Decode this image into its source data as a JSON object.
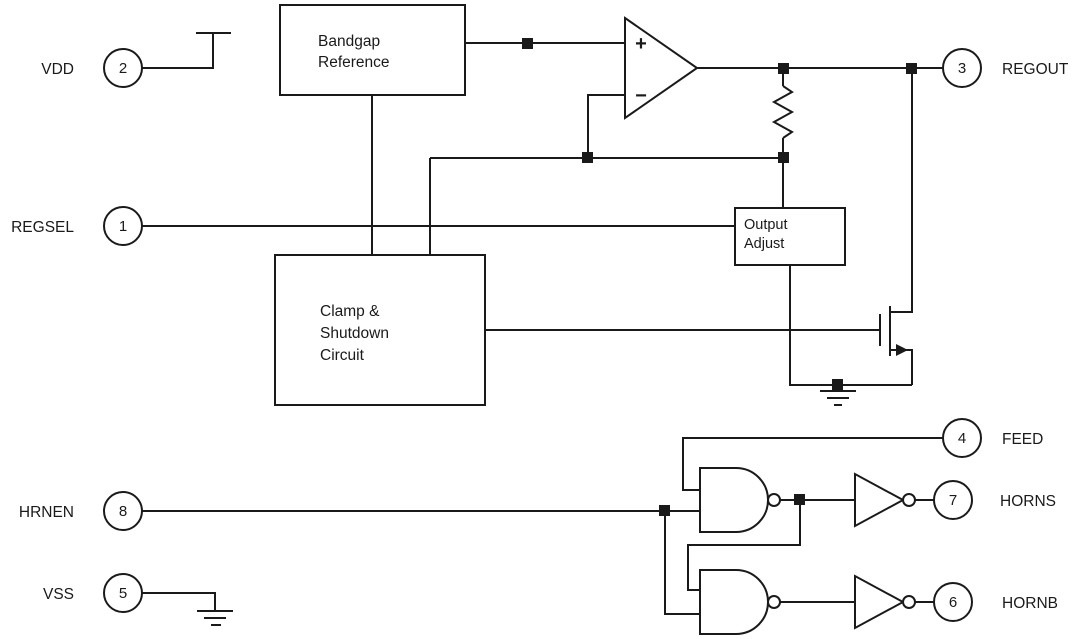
{
  "pins": {
    "vdd": {
      "number": "2",
      "label": "VDD"
    },
    "regsel": {
      "number": "1",
      "label": "REGSEL"
    },
    "hrnen": {
      "number": "8",
      "label": "HRNEN"
    },
    "vss": {
      "number": "5",
      "label": "VSS"
    },
    "regout": {
      "number": "3",
      "label": "REGOUT"
    },
    "feed": {
      "number": "4",
      "label": "FEED"
    },
    "horns": {
      "number": "7",
      "label": "HORNS"
    },
    "hornb": {
      "number": "6",
      "label": "HORNB"
    }
  },
  "blocks": {
    "bandgap_reference": {
      "lines": [
        "Bandgap",
        "Reference"
      ]
    },
    "clamp_shutdown": {
      "lines": [
        "Clamp &",
        "Shutdown",
        "Circuit"
      ]
    },
    "output_adjust": {
      "lines": [
        "Output",
        "Adjust"
      ]
    }
  },
  "opamp": {
    "noninverting_input": "+",
    "inverting_input": "−"
  },
  "colors": {
    "stroke": "#1a1a1a",
    "background": "#ffffff"
  }
}
